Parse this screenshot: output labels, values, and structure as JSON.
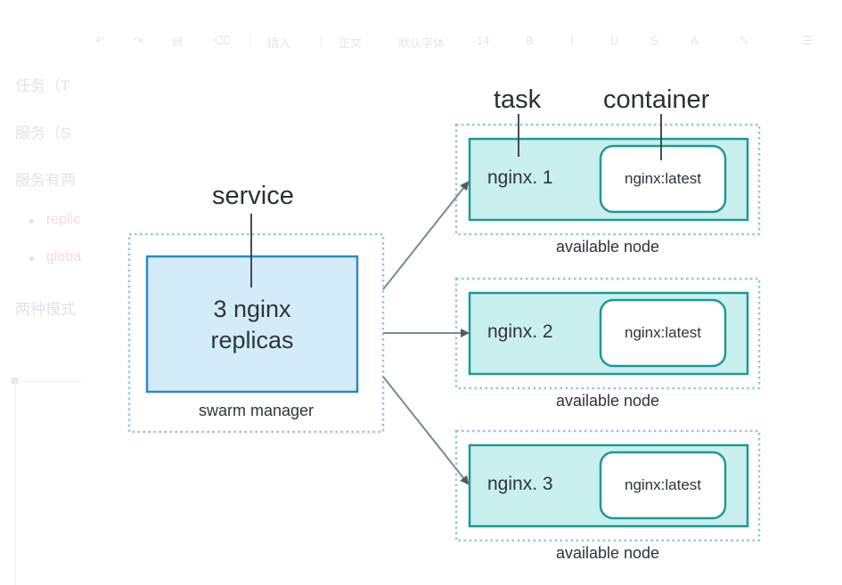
{
  "background": {
    "toolbar_items": [
      "插入",
      "正文",
      "默认字体",
      "14",
      "B",
      "I",
      "U",
      "S",
      "A"
    ],
    "lines": [
      {
        "prefix": "任务",
        "accent": "（T"
      },
      {
        "prefix": "服务",
        "accent": "（S"
      },
      {
        "prefix": "服务有两",
        "accent": ""
      },
      {
        "prefix": "两种模式",
        "accent": ""
      }
    ],
    "bullets": [
      "replic",
      "globa"
    ]
  },
  "diagram": {
    "service_label": "service",
    "task_label": "task",
    "container_label": "container",
    "manager": {
      "line1": "3 nginx",
      "line2": "replicas",
      "caption": "swarm manager"
    },
    "nodes": [
      {
        "task": "nginx. 1",
        "container": "nginx:latest",
        "caption": "available node"
      },
      {
        "task": "nginx. 2",
        "container": "nginx:latest",
        "caption": "available node"
      },
      {
        "task": "nginx. 3",
        "container": "nginx:latest",
        "caption": "available node"
      }
    ],
    "colors": {
      "manager_fill": "#d3ecf8",
      "manager_border": "#2a8ac6",
      "task_fill": "#c9efee",
      "task_border": "#1a9b96",
      "dotted": "#8fc9dc",
      "arrow": "#5a6b78"
    }
  }
}
